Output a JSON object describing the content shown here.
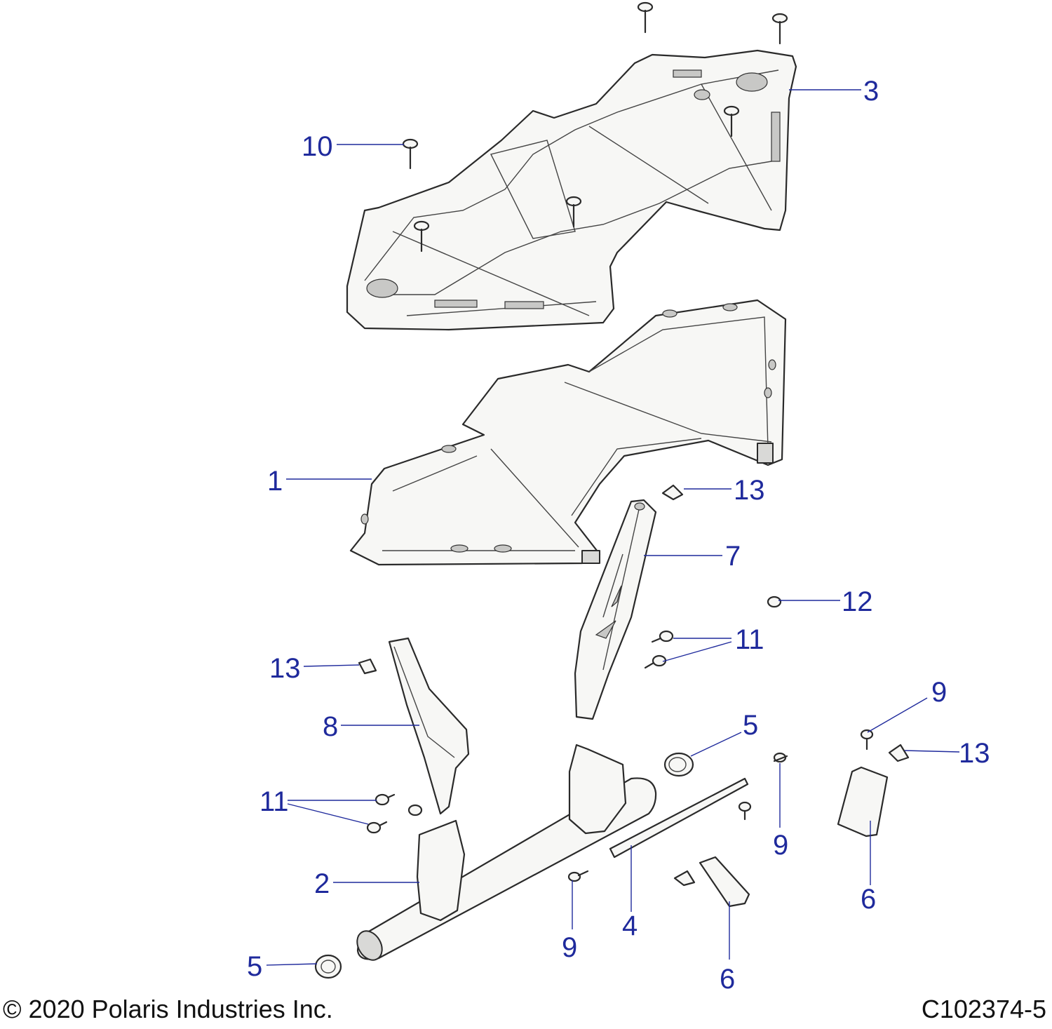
{
  "callouts": {
    "c1": "1",
    "c2": "2",
    "c3": "3",
    "c4": "4",
    "c5a": "5",
    "c5b": "5",
    "c6a": "6",
    "c6b": "6",
    "c7": "7",
    "c8": "8",
    "c9a": "9",
    "c9b": "9",
    "c9c": "9",
    "c10": "10",
    "c11a": "11",
    "c11b": "11",
    "c12": "12",
    "c13a": "13",
    "c13b": "13",
    "c13c": "13"
  },
  "footer": {
    "copyright": "© 2020 Polaris Industries Inc.",
    "drawing_number": "C102374-5"
  },
  "colors": {
    "callout": "#1f2a9c",
    "line": "#2a2a2a",
    "fill": "#f7f7f5"
  }
}
